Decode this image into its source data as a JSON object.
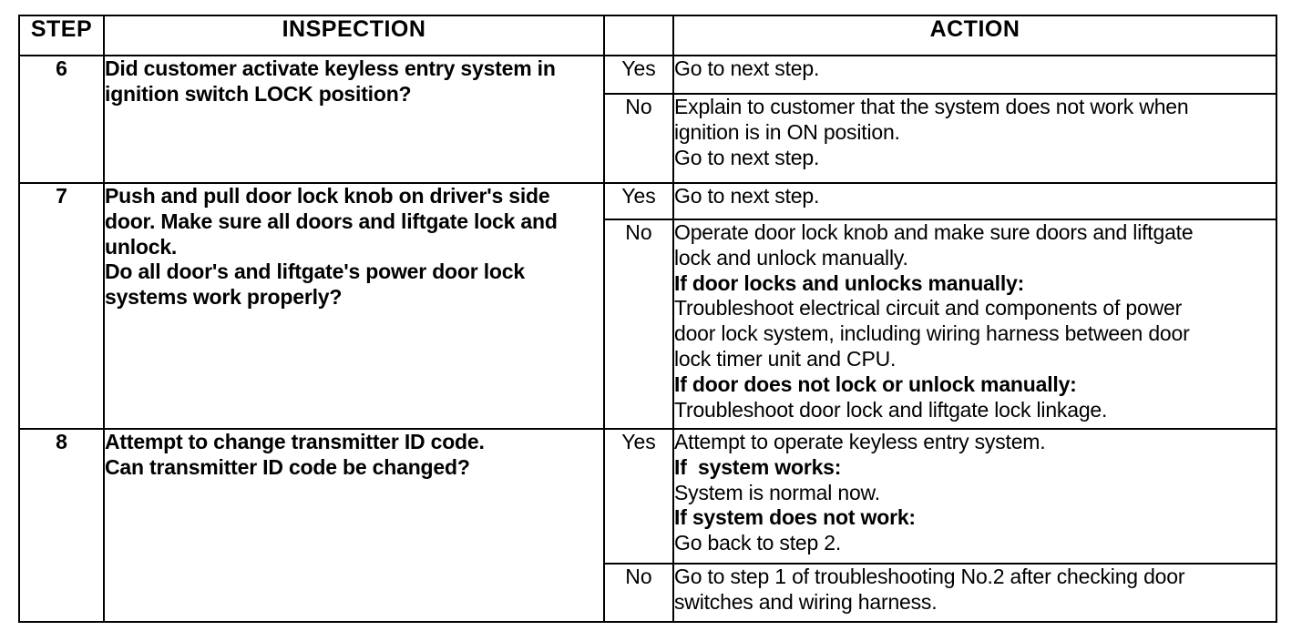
{
  "document": {
    "type": "troubleshooting-table",
    "ink_color": "#000000",
    "paper_color": "#ffffff"
  },
  "table": {
    "headers": {
      "step": "STEP",
      "inspection": "INSPECTION",
      "yesno": "",
      "action": "ACTION"
    },
    "labels": {
      "yes": "Yes",
      "no": "No"
    },
    "rows": [
      {
        "step": "6",
        "inspection": [
          "Did customer activate keyless entry system in",
          "ignition switch LOCK position?"
        ],
        "branches": [
          {
            "answer": "Yes",
            "action": [
              {
                "text": "Go to next step.",
                "bold": false
              }
            ]
          },
          {
            "answer": "No",
            "action": [
              {
                "text": "Explain to customer that the system does not work when",
                "bold": false
              },
              {
                "text": "ignition is in ON position.",
                "bold": false
              },
              {
                "text": "Go to next step.",
                "bold": false
              }
            ]
          }
        ]
      },
      {
        "step": "7",
        "inspection": [
          "Push and pull door lock knob on driver's side",
          "door. Make sure all doors and liftgate lock and",
          "unlock.",
          "Do all door's and liftgate's power door lock",
          "systems work properly?"
        ],
        "branches": [
          {
            "answer": "Yes",
            "action": [
              {
                "text": "Go to next step.",
                "bold": false
              }
            ]
          },
          {
            "answer": "No",
            "action": [
              {
                "text": "Operate door lock knob and make sure doors and liftgate",
                "bold": false
              },
              {
                "text": "lock and unlock manually.",
                "bold": false
              },
              {
                "text": "If door locks and unlocks manually:",
                "bold": true
              },
              {
                "text": "Troubleshoot electrical circuit and components of power",
                "bold": false
              },
              {
                "text": "door lock system, including wiring harness between door",
                "bold": false
              },
              {
                "text": "lock timer unit and CPU.",
                "bold": false
              },
              {
                "text": "If door does not lock or unlock manually:",
                "bold": true
              },
              {
                "text": "Troubleshoot door lock and liftgate lock linkage.",
                "bold": false
              }
            ]
          }
        ]
      },
      {
        "step": "8",
        "inspection": [
          "Attempt to change transmitter ID code.",
          "Can transmitter ID code be changed?"
        ],
        "branches": [
          {
            "answer": "Yes",
            "action": [
              {
                "text": "Attempt to operate keyless entry system.",
                "bold": false
              },
              {
                "text": "If  system works:",
                "bold": true
              },
              {
                "text": "System is normal now.",
                "bold": false
              },
              {
                "text": "If system does not work:",
                "bold": true
              },
              {
                "text": "Go back to step 2.",
                "bold": false
              }
            ]
          },
          {
            "answer": "No",
            "action": [
              {
                "text": "Go to step 1 of troubleshooting No.2 after checking door",
                "bold": false
              },
              {
                "text": "switches and wiring harness.",
                "bold": false
              }
            ]
          }
        ]
      }
    ]
  }
}
